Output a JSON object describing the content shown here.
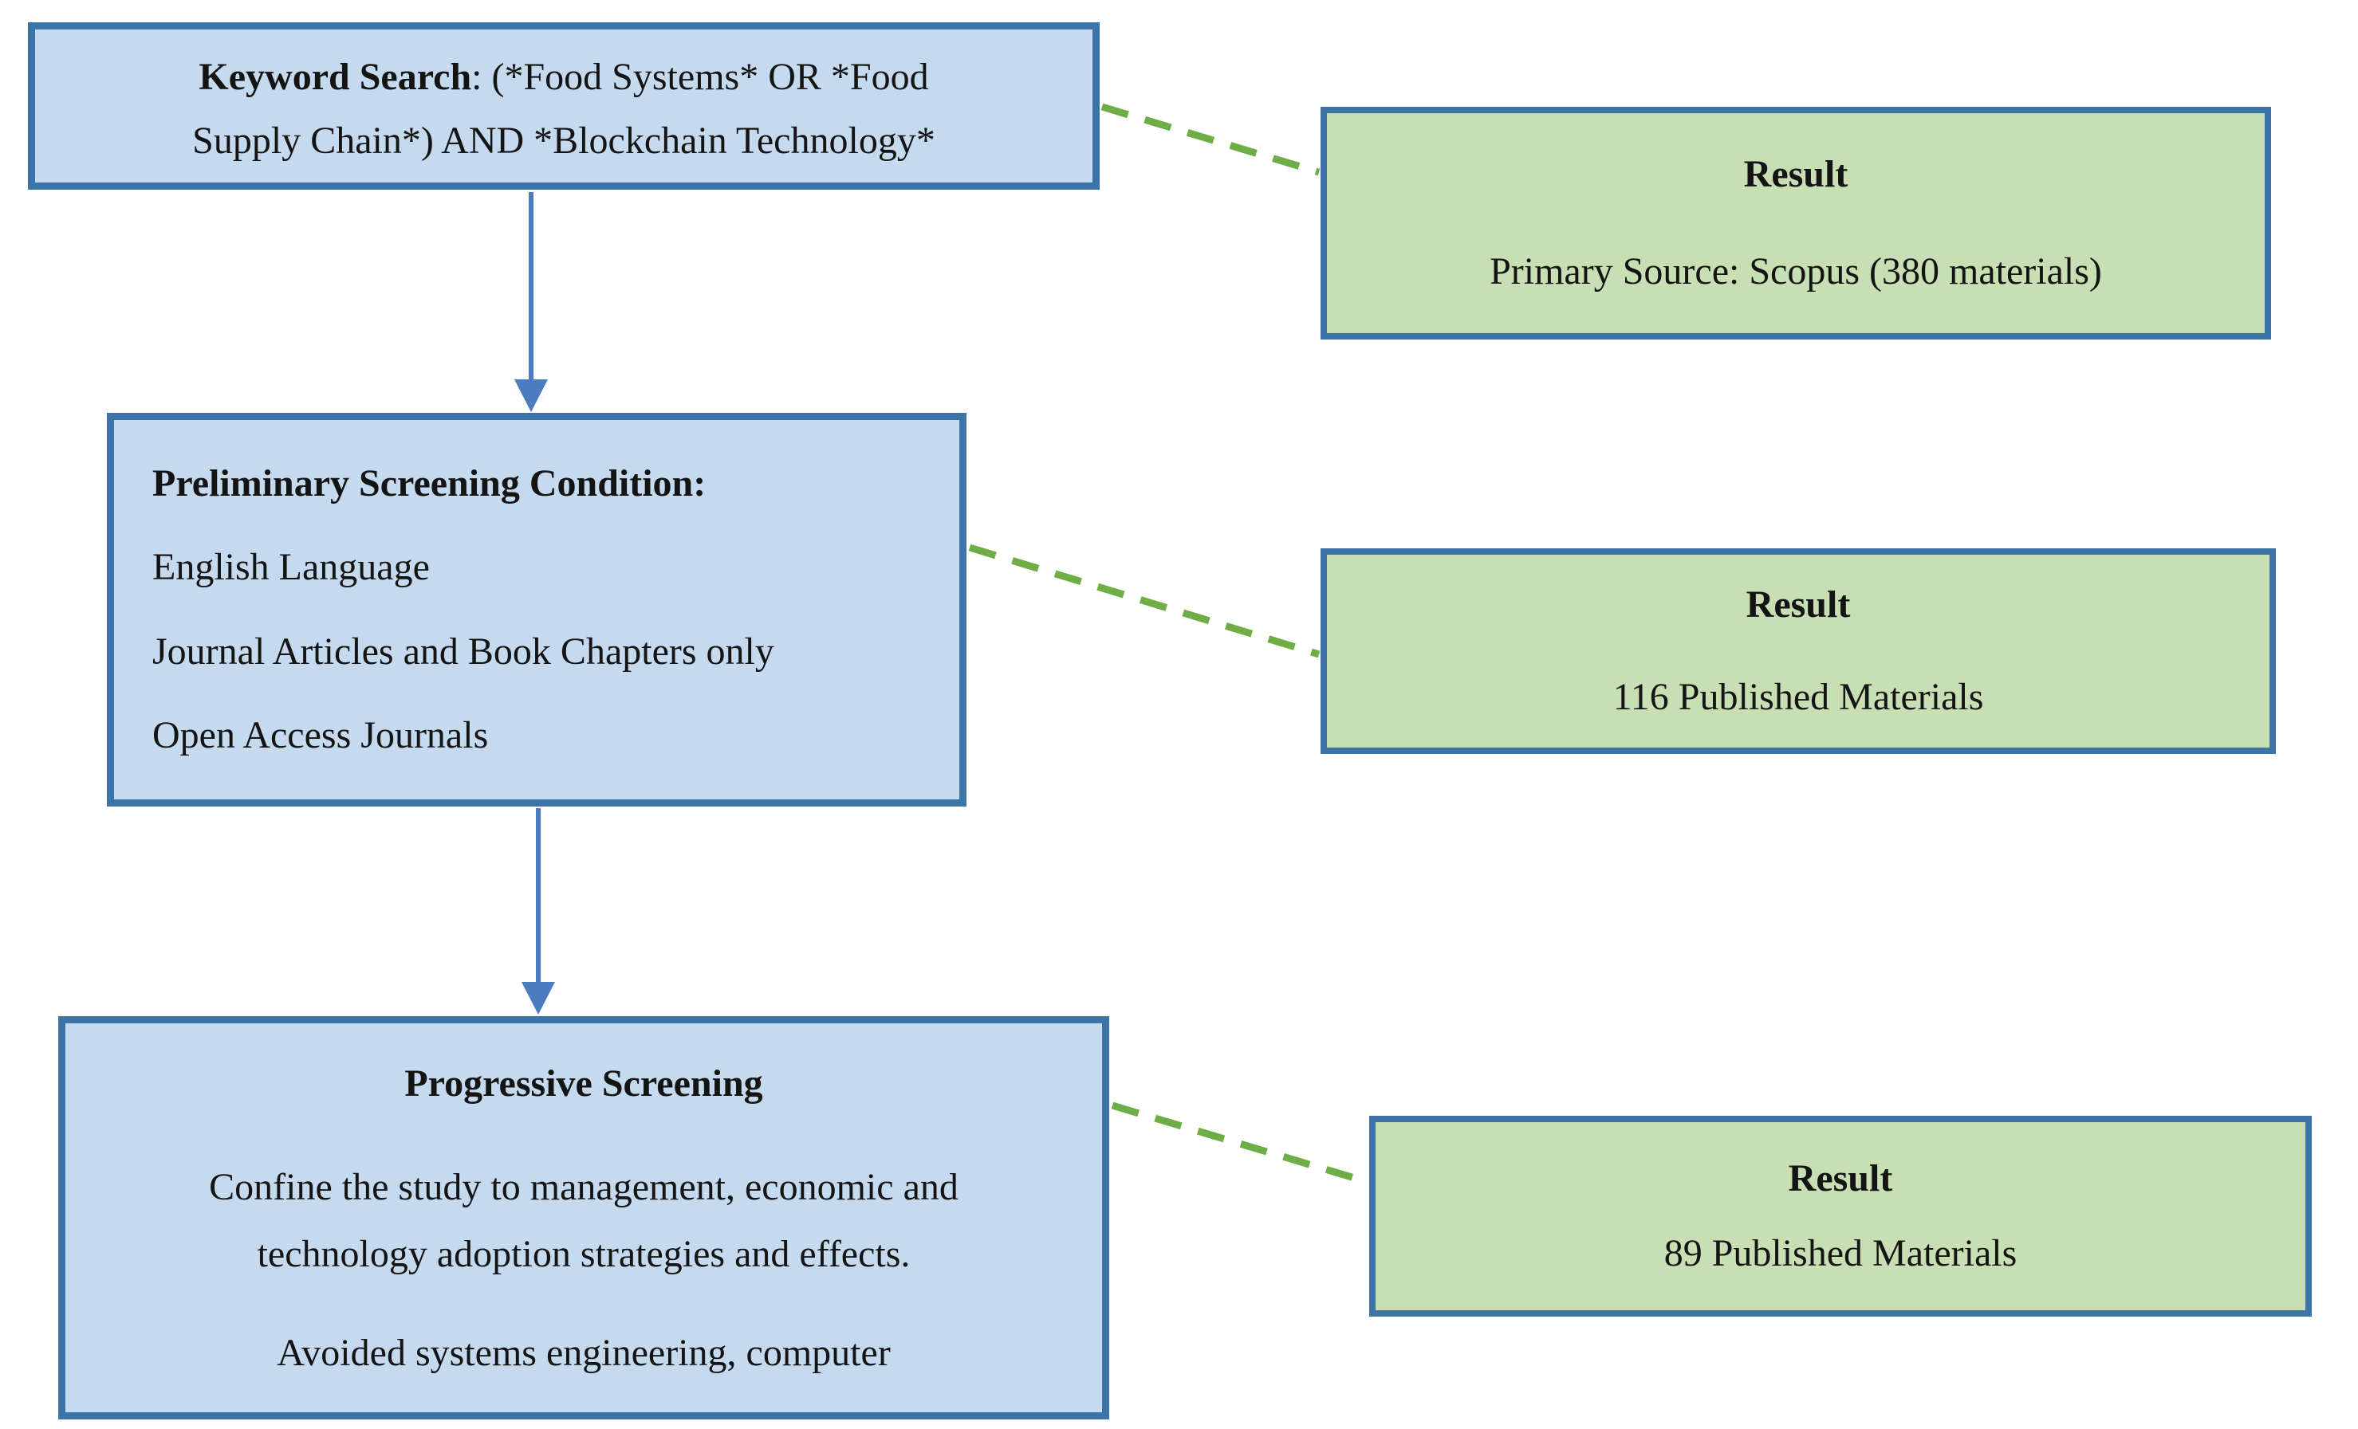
{
  "diagram": {
    "steps": [
      {
        "title_bold": "Keyword Search",
        "title_rest": ": (*Food Systems* OR *Food",
        "line2": "Supply Chain*) AND *Blockchain Technology*"
      },
      {
        "title": "Preliminary Screening Condition:",
        "items": [
          "English Language",
          "Journal Articles and Book Chapters only",
          "Open Access Journals"
        ]
      },
      {
        "title": "Progressive Screening",
        "body_line1": "Confine the study to management, economic and",
        "body_line2": "technology adoption strategies and effects.",
        "body_line3": "Avoided systems engineering, computer"
      }
    ],
    "results": [
      {
        "heading": "Result",
        "detail": "Primary Source: Scopus (380 materials)"
      },
      {
        "heading": "Result",
        "detail": "116 Published Materials"
      },
      {
        "heading": "Result",
        "detail": "89 Published Materials"
      }
    ],
    "colors": {
      "step_fill": "#c5daee",
      "step_border": "#3c74a8",
      "result_fill": "#c7dfb3",
      "result_border": "#3c74a8",
      "arrow_blue": "#4b7cbf",
      "connector_green": "#6fad47",
      "text": "#141414"
    }
  }
}
